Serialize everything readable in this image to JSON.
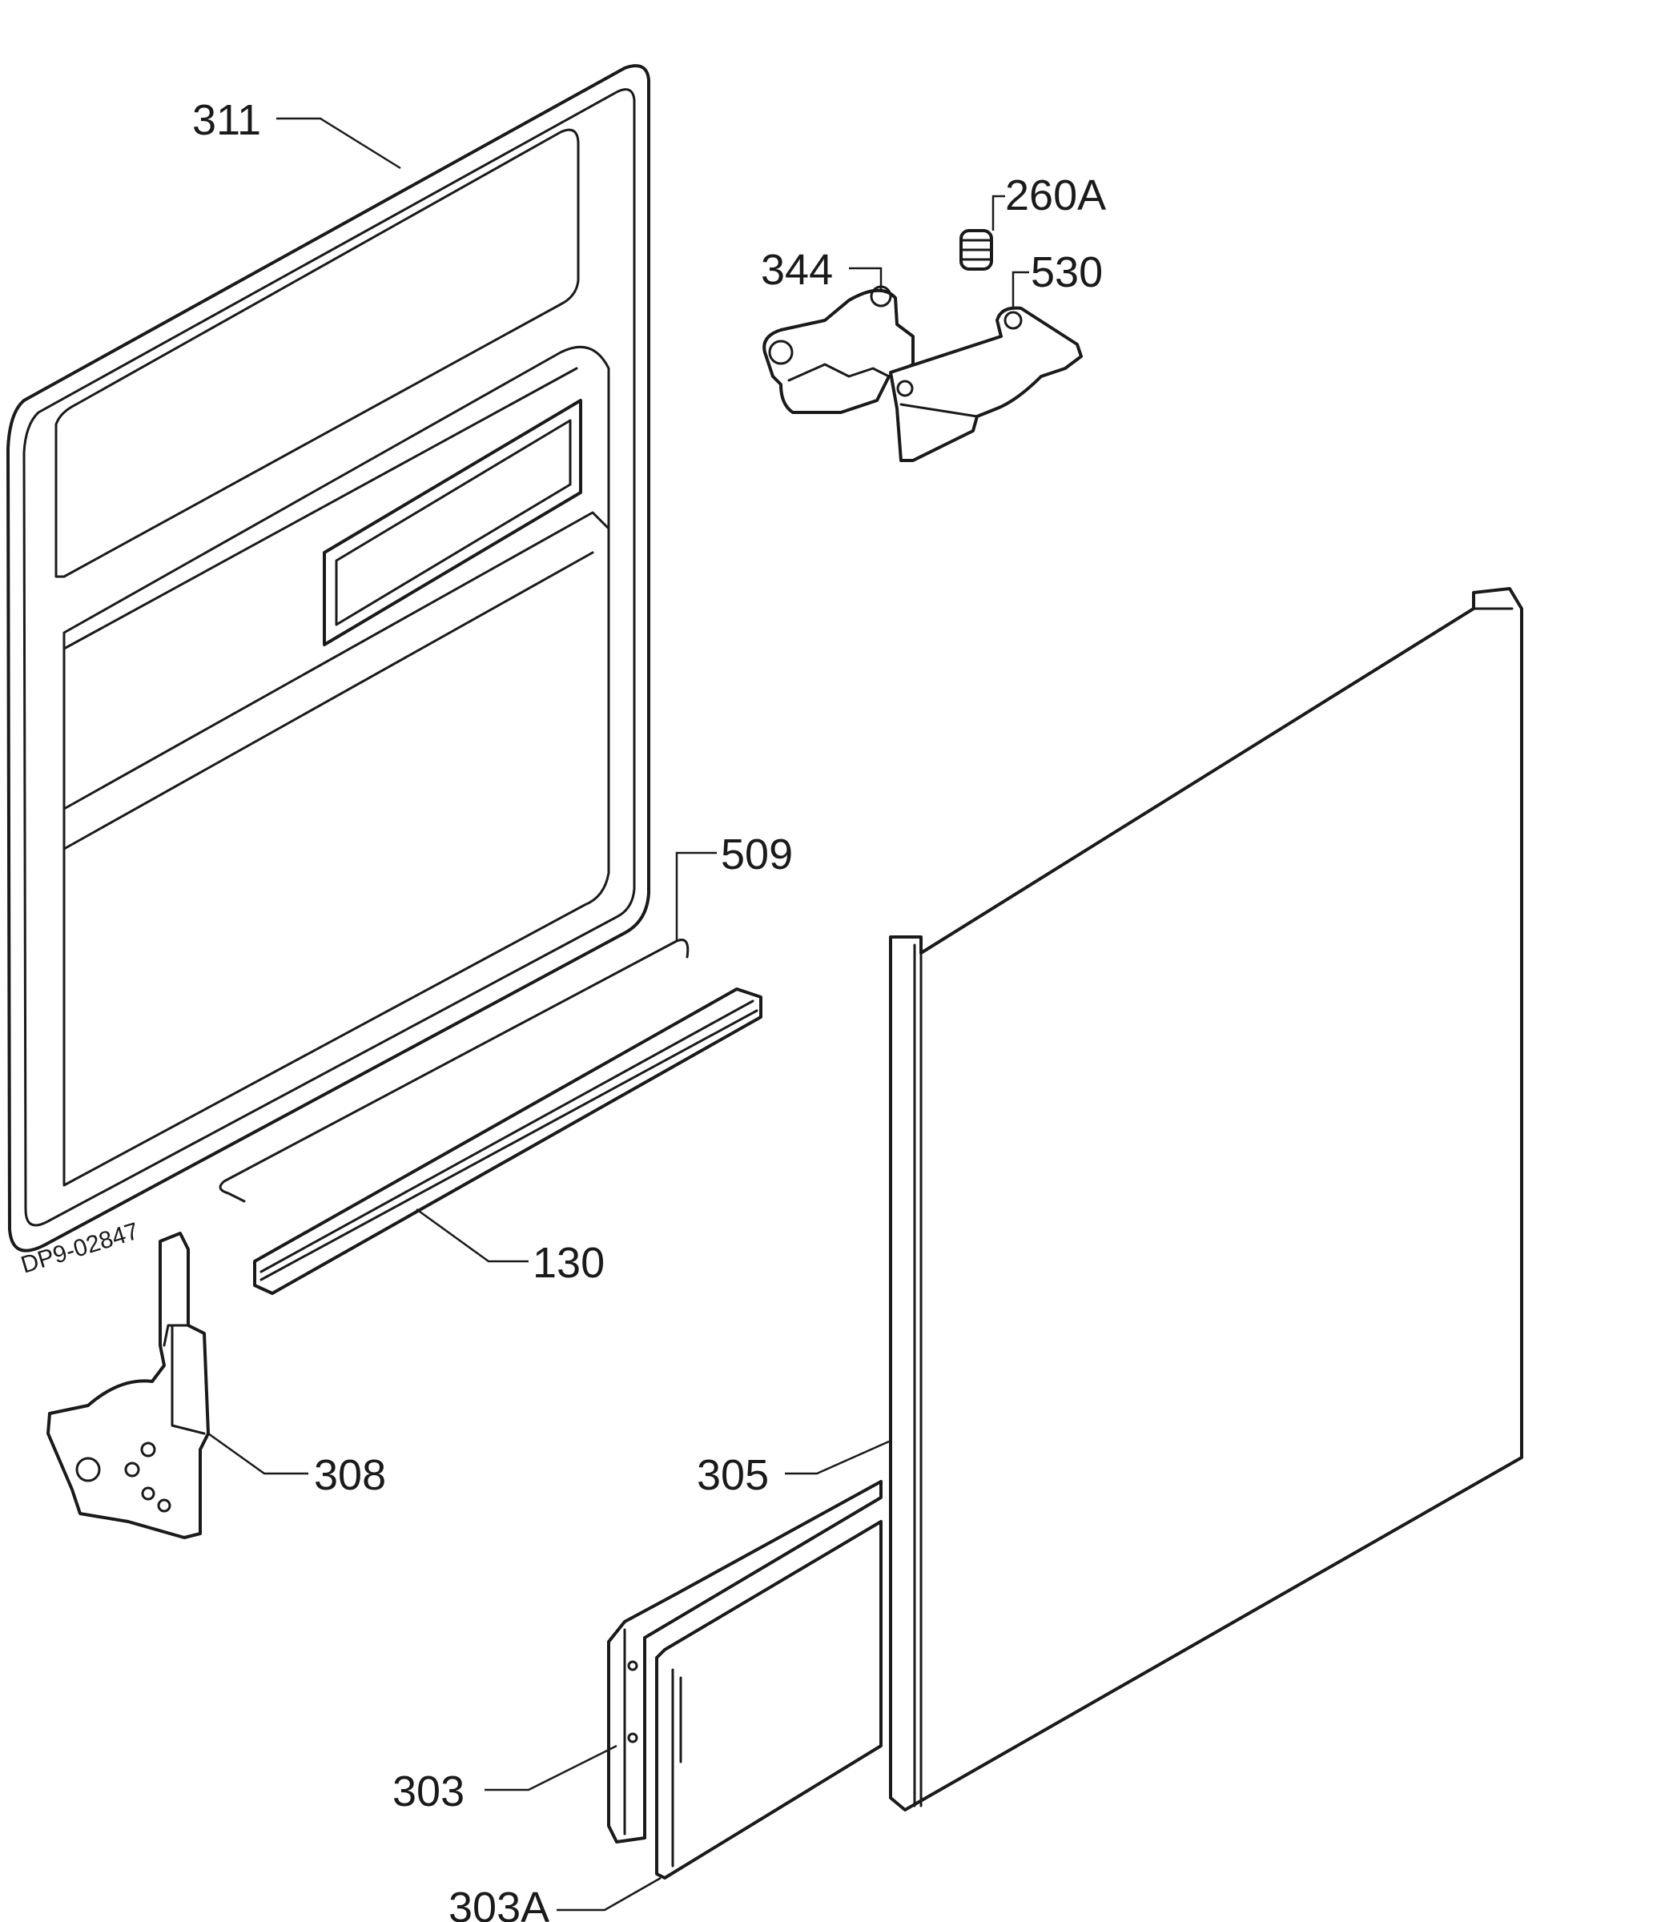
{
  "drawing_number": "DP9-02847",
  "callouts": {
    "c311": "311",
    "c260a": "260A",
    "c344": "344",
    "c530": "530",
    "c509": "509",
    "c130": "130",
    "c308": "308",
    "c305": "305",
    "c303": "303",
    "c303a": "303A"
  }
}
